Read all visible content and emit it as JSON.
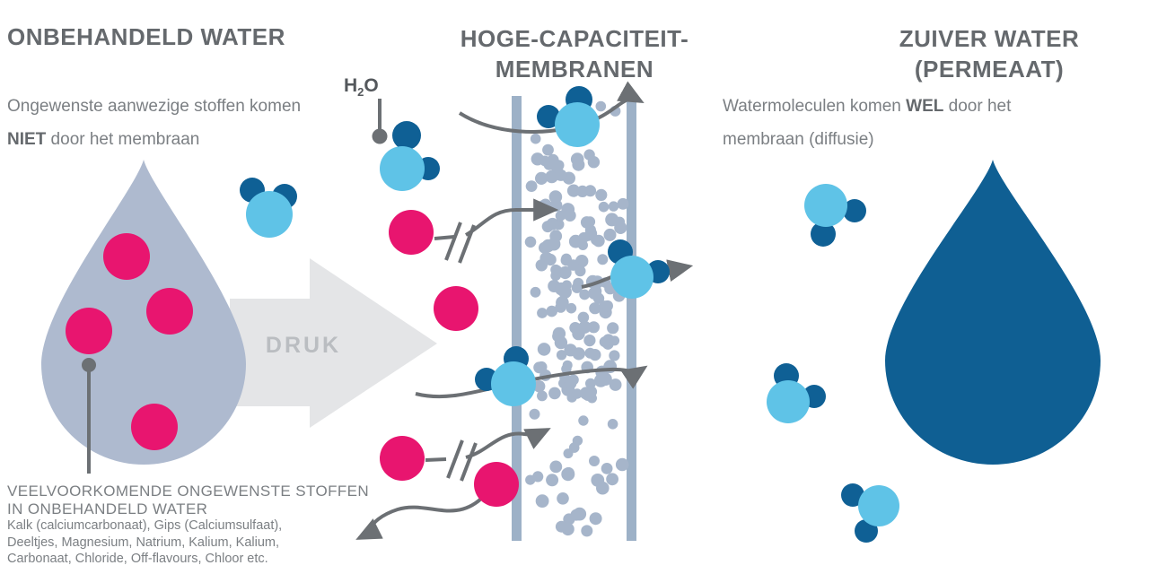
{
  "header": {
    "left_title": "ONBEHANDELD WATER",
    "center_title_line1": "HOGE-CAPACITEIT-",
    "center_title_line2": "MEMBRANEN",
    "right_title_line1": "ZUIVER WATER",
    "right_title_line2": "(PERMEAAT)"
  },
  "left": {
    "desc_line1": "Ongewenste aanwezige stoffen komen",
    "desc_line2_bold": "NIET",
    "desc_line2_rest": " door het membraan",
    "callout": {
      "heading_line1": "VEELVOORKOMENDE ONGEWENSTE STOFFEN",
      "heading_line2": "IN ONBEHANDELD WATER",
      "body_line1": "Kalk (calciumcarbonaat), Gips (Calciumsulfaat),",
      "body_line2": "Deeltjes, Magnesium, Natrium, Kalium, Kalium,",
      "body_line3": "Carbonaat, Chloride, Off-flavours, Chloor etc."
    }
  },
  "center": {
    "h2o_h": "H",
    "h2o_sub": "2",
    "h2o_o": "O",
    "druk_label": "DRUK"
  },
  "right": {
    "desc_line1_pre": "Watermoleculen komen ",
    "desc_line1_bold": "WEL",
    "desc_line1_post": " door het",
    "desc_line2": "membraan (diffusie)"
  },
  "palette": {
    "title_gray": "#65696d",
    "text_gray": "#7b7f83",
    "h2o_gray": "#54585c",
    "pink": "#e8156f",
    "light_blue": "#5fc3e7",
    "dark_blue": "#0f6095",
    "drop_gray": "#aebacf",
    "membrane_bar": "#9db1c7",
    "membrane_dot": "#a6b5ca",
    "arrow_gray": "#6c7074",
    "druk_arrow": "#e4e5e7",
    "druk_text": "#babdc1",
    "pure_drop": "#0f5f93"
  }
}
